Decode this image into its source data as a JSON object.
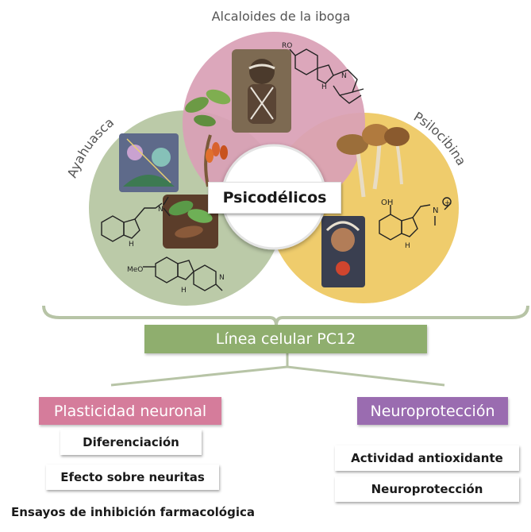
{
  "circles": {
    "iboga": {
      "label": "Alcaloides de la iboga",
      "color": "#d9a0b6"
    },
    "ayahuasca": {
      "label": "Ayahuasca",
      "color": "#b5c6a1"
    },
    "psilocibina": {
      "label": "Psilocibina",
      "color": "#eec85f"
    }
  },
  "center_label": "Psicodélicos",
  "molecule_labels": {
    "iboga_ro": "RO",
    "iboga_n": "N",
    "iboga_h": "H",
    "dmt_n": "N",
    "dmt_h": "H",
    "harmine_meo": "MeO",
    "harmine_n": "N",
    "harmine_h": "H",
    "psilo_oh": "OH",
    "psilo_n": "N",
    "psilo_h": "H",
    "psilo_plus": "+"
  },
  "cell_line": {
    "label": "Línea celular PC12",
    "color": "#8fae6e"
  },
  "branches": {
    "plasticity": {
      "title": "Plasticidad neuronal",
      "color": "#d57c9b",
      "items": [
        "Diferenciación",
        "Efecto sobre neuritas"
      ]
    },
    "neuroprotection": {
      "title": "Neuroprotección",
      "color": "#9a6cb0",
      "items": [
        "Actividad antioxidante",
        "Neuroprotección"
      ]
    }
  },
  "footer_label": "Ensayos de inhibición farmacológica",
  "palette": {
    "bracket": "#b7c4a6",
    "connector": "#b7c4a6"
  }
}
